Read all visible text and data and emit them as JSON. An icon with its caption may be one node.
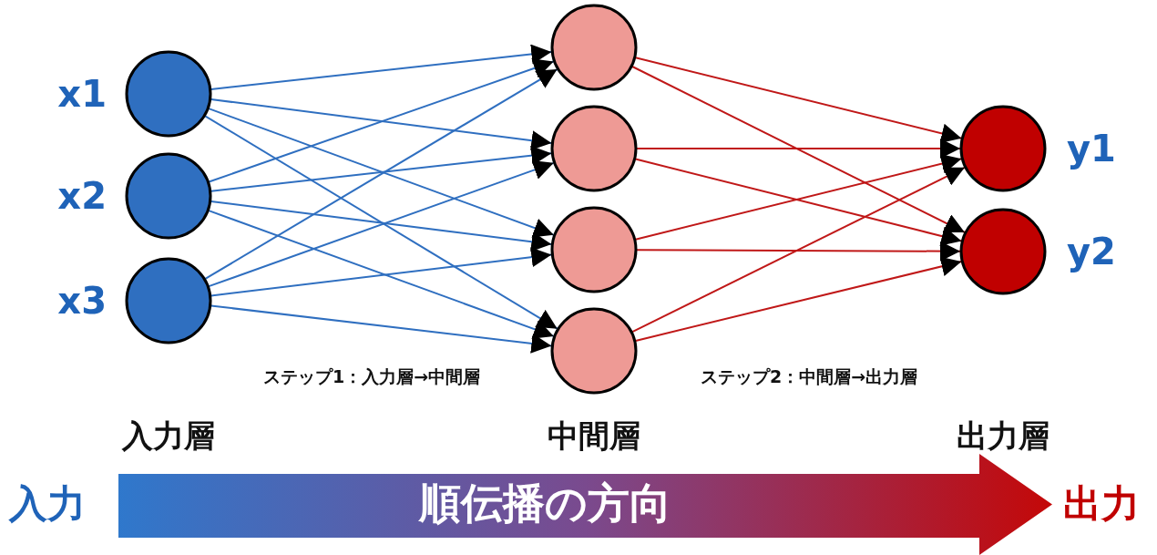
{
  "diagram": {
    "nodes": [
      {
        "text": [],
        "shape": "circle",
        "beside": [
          "x1"
        ]
      },
      {
        "text": [],
        "shape": "circle",
        "beside": [
          "x2"
        ]
      },
      {
        "text": [],
        "shape": "circle",
        "beside": [
          "x3"
        ]
      },
      {
        "text": [],
        "shape": "circle"
      },
      {
        "text": [],
        "shape": "circle"
      },
      {
        "text": [],
        "shape": "circle"
      },
      {
        "text": [],
        "shape": "circle"
      },
      {
        "text": [],
        "shape": "circle",
        "beside": [
          "y1"
        ]
      },
      {
        "text": [],
        "shape": "circle",
        "beside": [
          "y2"
        ]
      },
      {
        "text": [
          "順伝播の方向"
        ]
      }
    ],
    "edges": [
      {
        "from": 0,
        "to": 3,
        "arrow": "to",
        "color": "#2f6fc0"
      },
      {
        "from": 0,
        "to": 4,
        "arrow": "to",
        "color": "#2f6fc0"
      },
      {
        "from": 0,
        "to": 5,
        "arrow": "to",
        "color": "#2f6fc0"
      },
      {
        "from": 0,
        "to": 6,
        "arrow": "to",
        "color": "#2f6fc0"
      },
      {
        "from": 1,
        "to": 3,
        "arrow": "to",
        "color": "#2f6fc0"
      },
      {
        "from": 1,
        "to": 4,
        "arrow": "to",
        "color": "#2f6fc0"
      },
      {
        "from": 1,
        "to": 5,
        "arrow": "to",
        "color": "#2f6fc0"
      },
      {
        "from": 1,
        "to": 6,
        "arrow": "to",
        "color": "#2f6fc0"
      },
      {
        "from": 2,
        "to": 3,
        "arrow": "to",
        "color": "#2f6fc0"
      },
      {
        "from": 2,
        "to": 4,
        "arrow": "to",
        "color": "#2f6fc0"
      },
      {
        "from": 2,
        "to": 5,
        "arrow": "to",
        "color": "#2f6fc0"
      },
      {
        "from": 2,
        "to": 6,
        "arrow": "to",
        "color": "#2f6fc0"
      },
      {
        "from": 3,
        "to": 7,
        "arrow": "to",
        "color": "#c01818"
      },
      {
        "from": 3,
        "to": 8,
        "arrow": "to",
        "color": "#c01818"
      },
      {
        "from": 4,
        "to": 7,
        "arrow": "to",
        "color": "#c01818"
      },
      {
        "from": 4,
        "to": 8,
        "arrow": "to",
        "color": "#c01818"
      },
      {
        "from": 5,
        "to": 7,
        "arrow": "to",
        "color": "#c01818"
      },
      {
        "from": 5,
        "to": 8,
        "arrow": "to",
        "color": "#c01818"
      },
      {
        "from": 6,
        "to": 7,
        "arrow": "to",
        "color": "#c01818"
      },
      {
        "from": 6,
        "to": 8,
        "arrow": "to",
        "color": "#c01818"
      }
    ],
    "labels": [
      "ステップ1：入力層→中間層",
      "ステップ2：中間層→出力層",
      "入力層",
      "中間層",
      "出力層",
      "入力",
      "出力"
    ]
  }
}
